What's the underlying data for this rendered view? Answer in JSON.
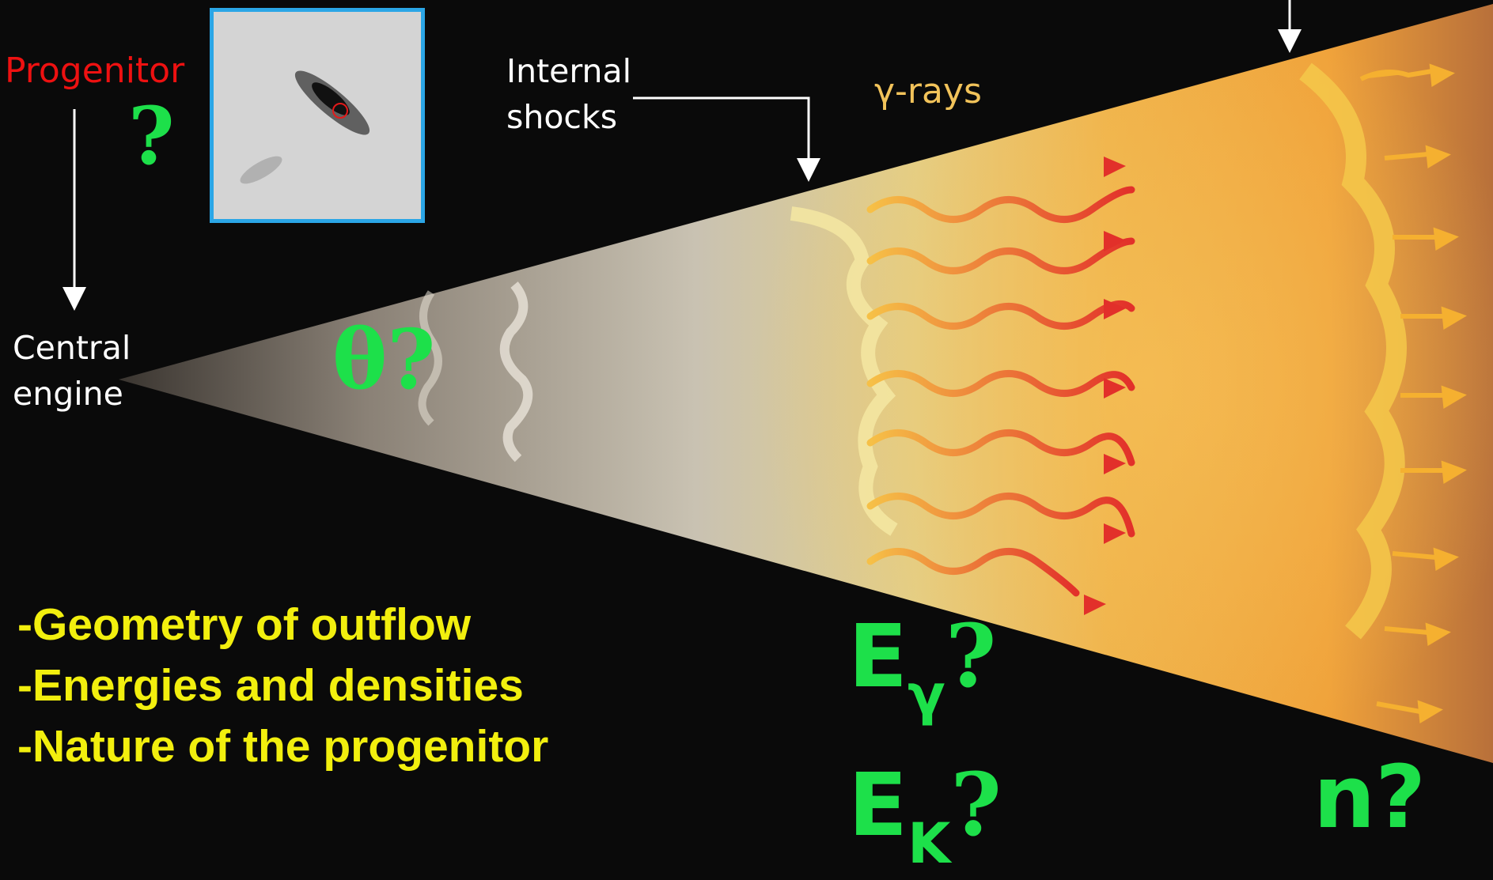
{
  "labels": {
    "progenitor": "Progenitor",
    "central_engine_line1": "Central",
    "central_engine_line2": "engine",
    "internal_shocks_line1": "Internal",
    "internal_shocks_line2": "shocks",
    "gamma_rays": "γ-rays"
  },
  "unknowns": {
    "progenitor_q": "?",
    "theta": "θ?",
    "e_gamma_main": "E",
    "e_gamma_sub": "γ",
    "e_gamma_q": "?",
    "e_k_main": "E",
    "e_k_sub": "K",
    "e_k_q": "?",
    "density": "n?"
  },
  "goals": [
    "-Geometry of outflow",
    "-Energies and densities",
    "-Nature of the progenitor"
  ],
  "colors": {
    "unknown_green": "#1de04a",
    "goals_yellow": "#f2ef0e",
    "progenitor_red": "#ee1111",
    "gamma_label": "#f2c35a",
    "inset_border": "#2ba6e6"
  }
}
